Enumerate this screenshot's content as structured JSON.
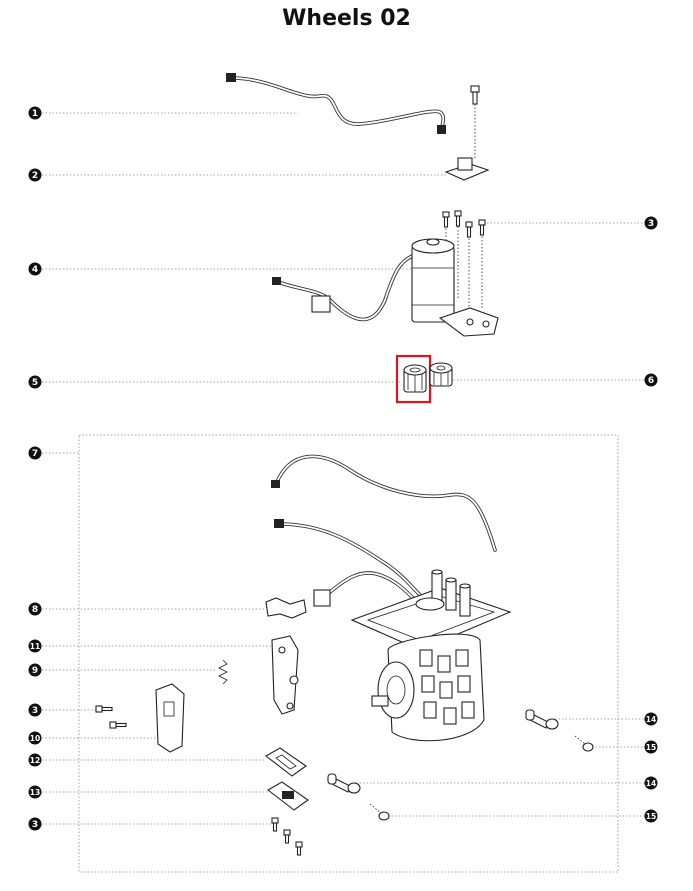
{
  "title": "Wheels 02",
  "colors": {
    "callout": "#111111",
    "highlight": "#e0141e",
    "leader": "#888888"
  },
  "callouts": [
    {
      "label": "1"
    },
    {
      "label": "2"
    },
    {
      "label": "3"
    },
    {
      "label": "4"
    },
    {
      "label": "5"
    },
    {
      "label": "6"
    },
    {
      "label": "7"
    },
    {
      "label": "8"
    },
    {
      "label": "11"
    },
    {
      "label": "9"
    },
    {
      "label": "3"
    },
    {
      "label": "10"
    },
    {
      "label": "12"
    },
    {
      "label": "13"
    },
    {
      "label": "3"
    },
    {
      "label": "14"
    },
    {
      "label": "15"
    },
    {
      "label": "14"
    },
    {
      "label": "15"
    }
  ]
}
